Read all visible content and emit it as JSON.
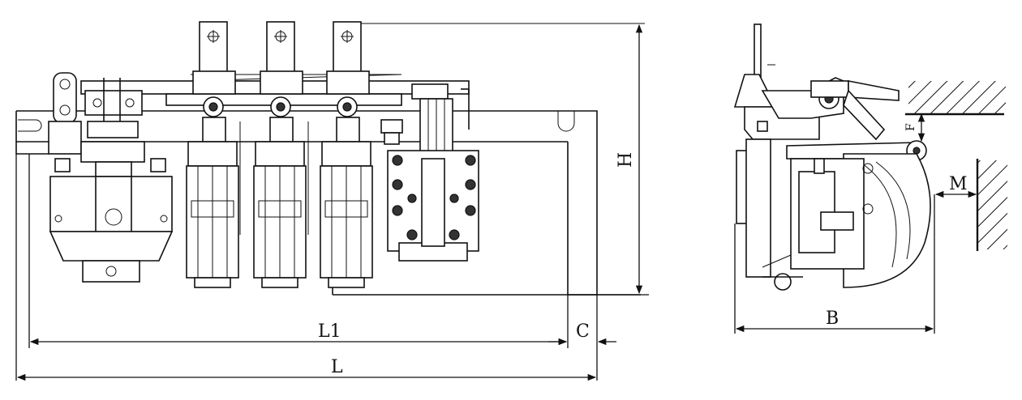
{
  "dimensions": {
    "l1": "L1",
    "c": "C",
    "l": "L",
    "h": "H",
    "b": "B",
    "m": "M",
    "f": "F"
  },
  "colors": {
    "line": "#111111",
    "background": "#ffffff"
  }
}
